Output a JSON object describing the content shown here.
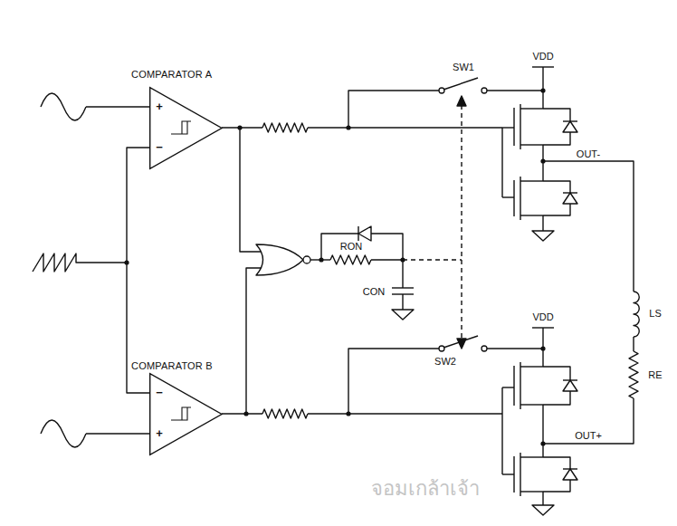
{
  "diagram": {
    "nodes": [
      {
        "text": [
          "COMPARATOR A"
        ]
      },
      {
        "text": [
          "COMPARATOR B"
        ]
      }
    ],
    "labels": [
      "SW1",
      "VDD",
      "OUT-",
      "RON",
      "CON",
      "LS",
      "RE",
      "SW2",
      "VDD",
      "OUT+",
      "+",
      "−",
      "−",
      "+",
      "จอมเกล้าเจ้า"
    ]
  }
}
